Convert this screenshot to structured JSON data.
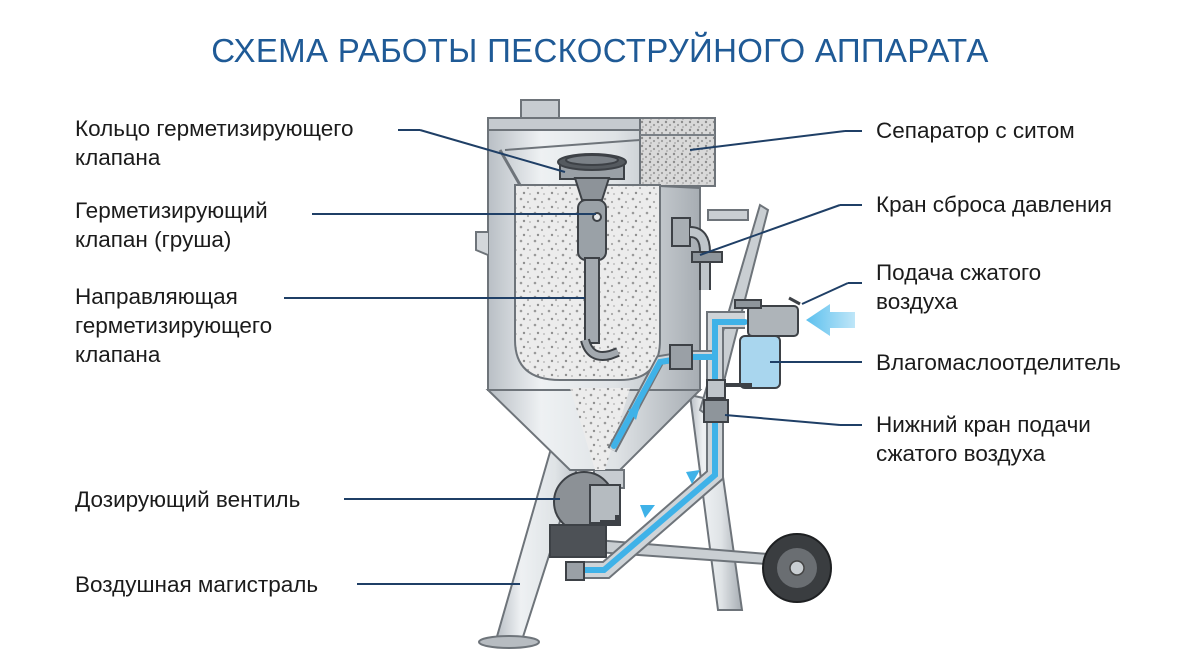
{
  "title": "СХЕМА РАБОТЫ ПЕСКОСТРУЙНОГО АППАРАТА",
  "colors": {
    "title": "#1f5a96",
    "leader_lines": "#1f3f66",
    "air_flow": "#3fb2e8",
    "metal": "#d9dde1",
    "metal_dark": "#8a9096"
  },
  "labels_left": [
    {
      "lines": [
        "Кольцо герметизирующего",
        "клапана"
      ]
    },
    {
      "lines": [
        "Герметизирующий",
        "клапан (груша)"
      ]
    },
    {
      "lines": [
        "Направляющая",
        "герметизирующего",
        "клапана"
      ]
    },
    {
      "lines": [
        "Дозирующий вентиль"
      ]
    },
    {
      "lines": [
        "Воздушная магистраль"
      ]
    }
  ],
  "labels_right": [
    {
      "lines": [
        "Сепаратор с ситом"
      ]
    },
    {
      "lines": [
        "Кран сброса давления"
      ]
    },
    {
      "lines": [
        "Подача сжатого",
        "воздуха"
      ]
    },
    {
      "lines": [
        "Влагомаслоотделитель"
      ]
    },
    {
      "lines": [
        "Нижний кран подачи",
        "сжатого воздуха"
      ]
    }
  ]
}
